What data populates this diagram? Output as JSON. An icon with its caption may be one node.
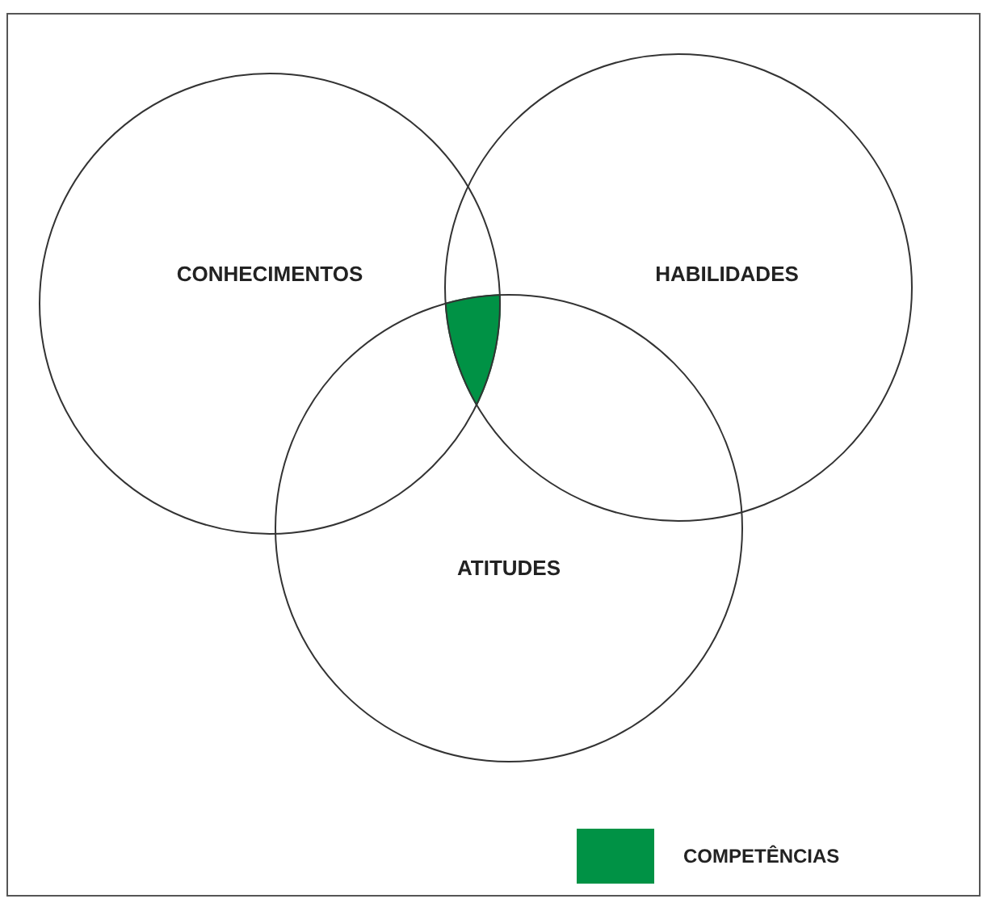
{
  "diagram": {
    "nodes": [
      {
        "text": [
          "CONHECIMENTOS"
        ]
      },
      {
        "text": [
          "HABILIDADES"
        ]
      },
      {
        "text": [
          "ATITUDES"
        ]
      }
    ],
    "legend": [
      {
        "text": "COMPETÊNCIAS",
        "color": "#009245"
      }
    ]
  }
}
